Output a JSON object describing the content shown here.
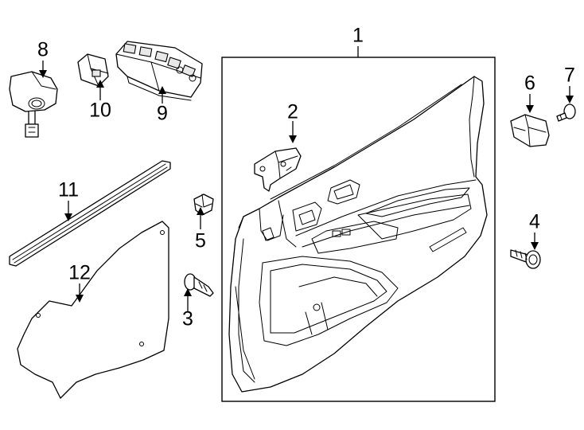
{
  "diagram": {
    "callouts": [
      {
        "id": "1",
        "label": "1"
      },
      {
        "id": "2",
        "label": "2"
      },
      {
        "id": "3",
        "label": "3"
      },
      {
        "id": "4",
        "label": "4"
      },
      {
        "id": "5",
        "label": "5"
      },
      {
        "id": "6",
        "label": "6"
      },
      {
        "id": "7",
        "label": "7"
      },
      {
        "id": "8",
        "label": "8"
      },
      {
        "id": "9",
        "label": "9"
      },
      {
        "id": "10",
        "label": "10"
      },
      {
        "id": "11",
        "label": "11"
      },
      {
        "id": "12",
        "label": "12"
      }
    ],
    "colors": {
      "line": "#000000",
      "background": "#ffffff"
    }
  }
}
